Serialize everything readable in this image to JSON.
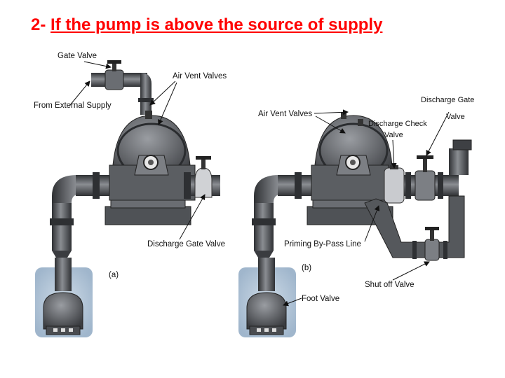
{
  "title": {
    "prefix": "2- ",
    "text": "If the pump is above the source of supply",
    "color": "#ff0000"
  },
  "figure_a": {
    "caption": "(a)",
    "labels": {
      "gate_valve": "Gate Valve",
      "air_vent_valves": "Air Vent Valves",
      "from_external_supply": "From External Supply",
      "discharge_gate_valve": "Discharge Gate Valve"
    }
  },
  "figure_b": {
    "caption": "(b)",
    "labels": {
      "air_vent_valves": "Air Vent Valves",
      "discharge_check_line1": "Discharge Check",
      "discharge_check_line2": "Valve",
      "discharge_gate_line1": "Discharge Gate",
      "discharge_gate_line2": "Valve",
      "priming_bypass_line": "Priming By-Pass Line",
      "shut_off_valve": "Shut off Valve",
      "foot_valve": "Foot Valve"
    }
  },
  "colors": {
    "metal_dark": "#3d3f42",
    "metal_mid": "#6e7176",
    "metal_light": "#b7babe",
    "water": "#a9bfd4"
  }
}
